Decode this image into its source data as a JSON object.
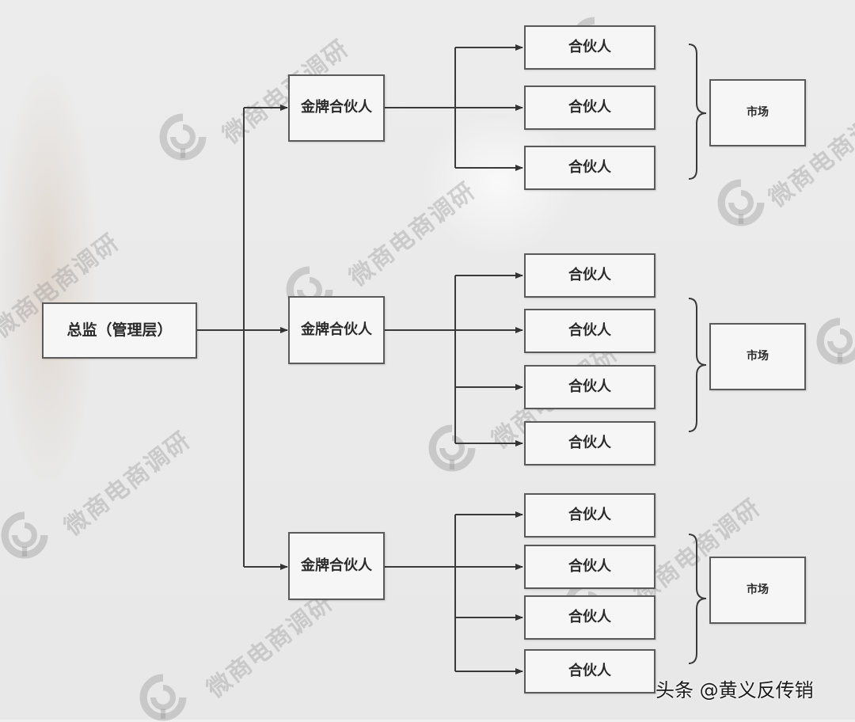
{
  "root": {
    "label": "总监（管理层）"
  },
  "gold_partners": [
    {
      "label": "金牌合伙人",
      "partners": [
        "合伙人",
        "合伙人",
        "合伙人"
      ],
      "market": "市场"
    },
    {
      "label": "金牌合伙人",
      "partners": [
        "合伙人",
        "合伙人",
        "合伙人",
        "合伙人"
      ],
      "market": "市场"
    },
    {
      "label": "金牌合伙人",
      "partners": [
        "合伙人",
        "合伙人",
        "合伙人",
        "合伙人"
      ],
      "market": "市场"
    }
  ],
  "watermark": {
    "text": "微商电商调研"
  },
  "footer": {
    "text": "头条 @黄义反传销"
  }
}
